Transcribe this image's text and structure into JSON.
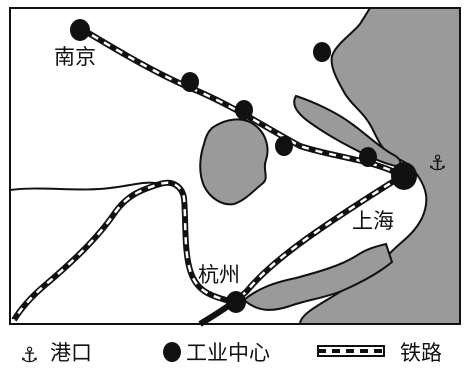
{
  "map": {
    "cities": {
      "nanjing": "南京",
      "shanghai": "上海",
      "hangzhou": "杭州"
    },
    "port_symbol": "⚓"
  },
  "legend": {
    "port_label": "港口",
    "industrial_center_label": "工业中心",
    "railway_label": "铁路"
  },
  "colors": {
    "sea": "#999999",
    "land": "#ffffff",
    "line": "#111111"
  }
}
